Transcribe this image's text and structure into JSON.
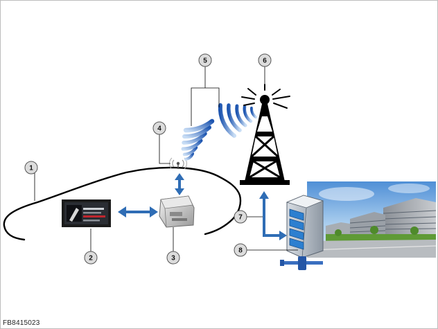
{
  "figure_id": "FB8415023",
  "callouts": [
    "1",
    "2",
    "3",
    "4",
    "5",
    "6",
    "7",
    "8"
  ],
  "colors": {
    "arrow": "#2f6db5",
    "signal_light": "#bcd6f4",
    "signal_dark": "#1f56b0",
    "callout_fill": "#dcdcdc",
    "outline": "#000000"
  }
}
